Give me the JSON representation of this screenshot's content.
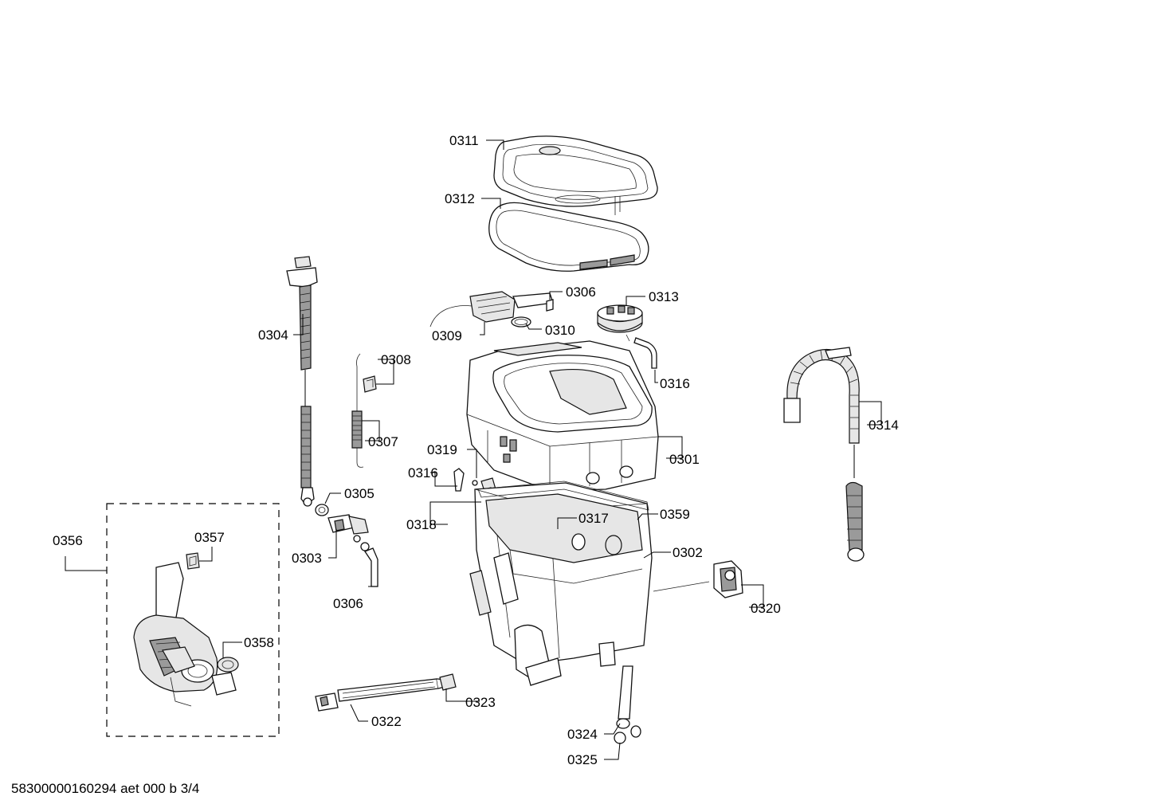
{
  "labels": {
    "p0311": "0311",
    "p0312": "0312",
    "p0306a": "0306",
    "p0313": "0313",
    "p0309": "0309",
    "p0310": "0310",
    "p0304": "0304",
    "p0308": "0308",
    "p0316a": "0316",
    "p0314": "0314",
    "p0307": "0307",
    "p0301": "0301",
    "p0319": "0319",
    "p0316b": "0316",
    "p0305": "0305",
    "p0318": "0318",
    "p0317": "0317",
    "p0359": "0359",
    "p0356": "0356",
    "p0357": "0357",
    "p0303": "0303",
    "p0302": "0302",
    "p0306b": "0306",
    "p0320": "0320",
    "p0358": "0358",
    "p0323": "0323",
    "p0322": "0322",
    "p0324": "0324",
    "p0325": "0325"
  },
  "footer": "58300000160294 aet 000 b 3/4"
}
